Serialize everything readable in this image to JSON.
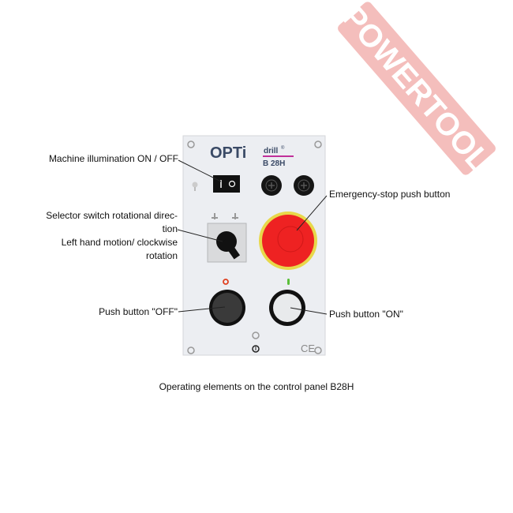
{
  "watermark": "POWERTOOL",
  "panel": {
    "brand": "OPTi",
    "brand_sub": "drill",
    "reg_mark": "®",
    "model": "B 28H",
    "off_symbol": "O",
    "ce_mark": "CE"
  },
  "labels": {
    "illumination": "Machine illumination ON / OFF",
    "emergency": "Emergency-stop push button",
    "selector_lines": [
      "Selector switch rotational direc-",
      "tion",
      "Left hand motion/ clockwise",
      "rotation"
    ],
    "off_button": "Push button \"OFF\"",
    "on_button": "Push button \"ON\""
  },
  "caption": "Operating elements on the control panel B28H",
  "colors": {
    "red": "#ee2222",
    "yellow": "#e8d84a",
    "brand_blue": "#3a4a66",
    "magenta": "#c0309a",
    "watermark": "#f2b3b0"
  }
}
